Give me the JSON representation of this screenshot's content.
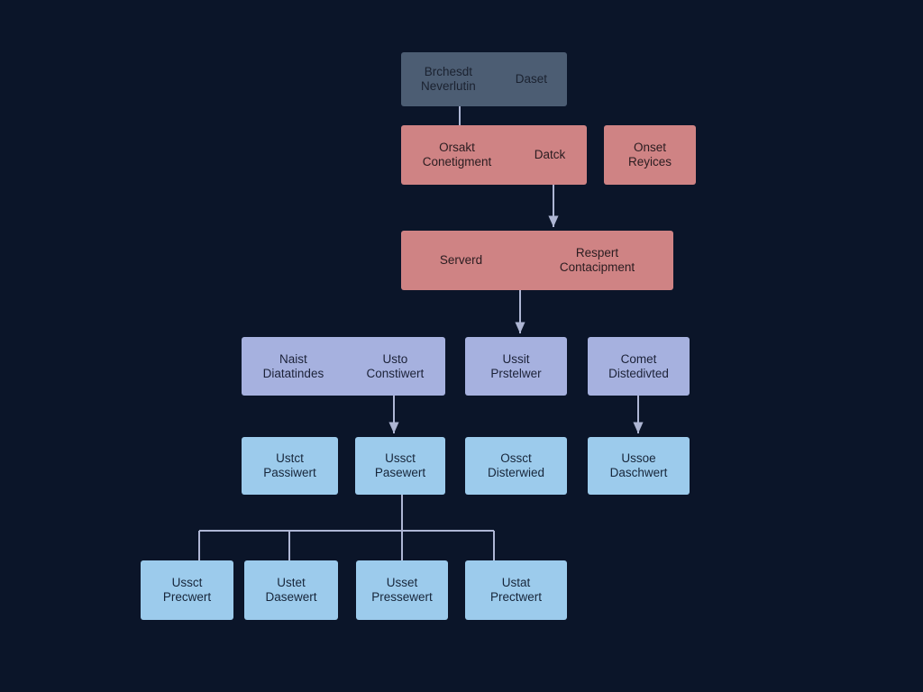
{
  "colors": {
    "background": "#0b1529",
    "slate": "#4c5d73",
    "salmon": "#cf8384",
    "lavender": "#a6b1df",
    "light_blue": "#9ccbec",
    "connector": "#aeb6d4"
  },
  "nodes": {
    "root": {
      "labels": [
        "Brchesdt\nNeverlutin",
        "Daset"
      ]
    },
    "consignment": {
      "labels": [
        "Orsakt\nConetigment",
        "Datck"
      ]
    },
    "replices": {
      "labels": [
        "Onset\nReyices"
      ]
    },
    "servered": {
      "labels": [
        "Serverd",
        "Respert\nContacipment"
      ]
    },
    "datatindes": {
      "labels": [
        "Naist\nDiatatindes",
        "Usto\nConstiwert"
      ]
    },
    "prstelwer": {
      "labels": [
        "Ussit\nPrstelwer"
      ]
    },
    "distedivted": {
      "labels": [
        "Comet\nDistedivted"
      ]
    },
    "l4_passiwert": {
      "labels": [
        "Ustct\nPassiwert"
      ]
    },
    "l4_pasewert": {
      "labels": [
        "Ussct\nPasewert"
      ]
    },
    "l4_disterwied": {
      "labels": [
        "Ossct\nDisterwied"
      ]
    },
    "l4_daschwert": {
      "labels": [
        "Ussoe\nDaschwert"
      ]
    },
    "l5_precwert": {
      "labels": [
        "Ussct\nPrecwert"
      ]
    },
    "l5_dasewert": {
      "labels": [
        "Ustet\nDasewert"
      ]
    },
    "l5_pressewert": {
      "labels": [
        "Usset\nPressewert"
      ]
    },
    "l5_prectwert": {
      "labels": [
        "Ustat\nPrectwert"
      ]
    }
  }
}
